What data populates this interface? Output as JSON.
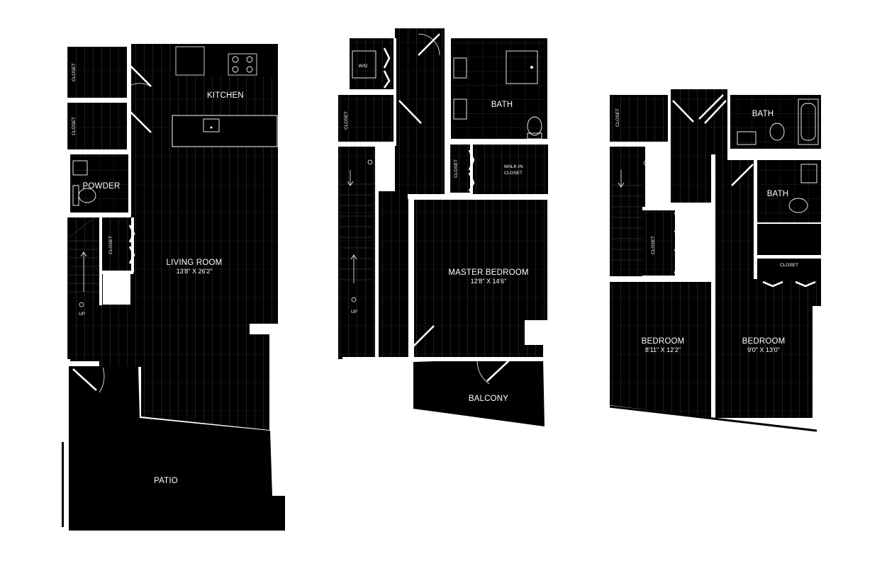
{
  "floors": [
    {
      "id": "floor-1",
      "rooms": [
        {
          "label": "KITCHEN"
        },
        {
          "label": "POWDER"
        },
        {
          "label": "LIVING ROOM",
          "dim": "13'8\" X 26'2\""
        },
        {
          "label": "CLOSET"
        },
        {
          "label": "CLOSET"
        },
        {
          "label": "CLOSET"
        },
        {
          "label": "PATIO"
        }
      ],
      "stair": "UP"
    },
    {
      "id": "floor-2",
      "rooms": [
        {
          "label": "W/D"
        },
        {
          "label": "CLOSET"
        },
        {
          "label": "BATH"
        },
        {
          "label": "CLOSET"
        },
        {
          "label": "WALK-IN"
        },
        {
          "label": "CLOSET"
        },
        {
          "label": "MASTER BEDROOM",
          "dim": "12'8\" X 14'6\""
        },
        {
          "label": "BALCONY"
        }
      ],
      "stair_dn": "DN",
      "stair_up": "UP"
    },
    {
      "id": "floor-3",
      "rooms": [
        {
          "label": "CLOSET"
        },
        {
          "label": "BATH"
        },
        {
          "label": "BATH"
        },
        {
          "label": "CLOSET"
        },
        {
          "label": "CLOSET"
        },
        {
          "label": "BEDROOM",
          "dim": "8'11\" X 12'2\""
        },
        {
          "label": "BEDROOM",
          "dim": "9'0\" X 13'0\""
        }
      ],
      "stair_dn": "DN"
    }
  ],
  "colors": {
    "floor": "#000000",
    "wall": "#ffffff",
    "background": "#ffffff"
  }
}
